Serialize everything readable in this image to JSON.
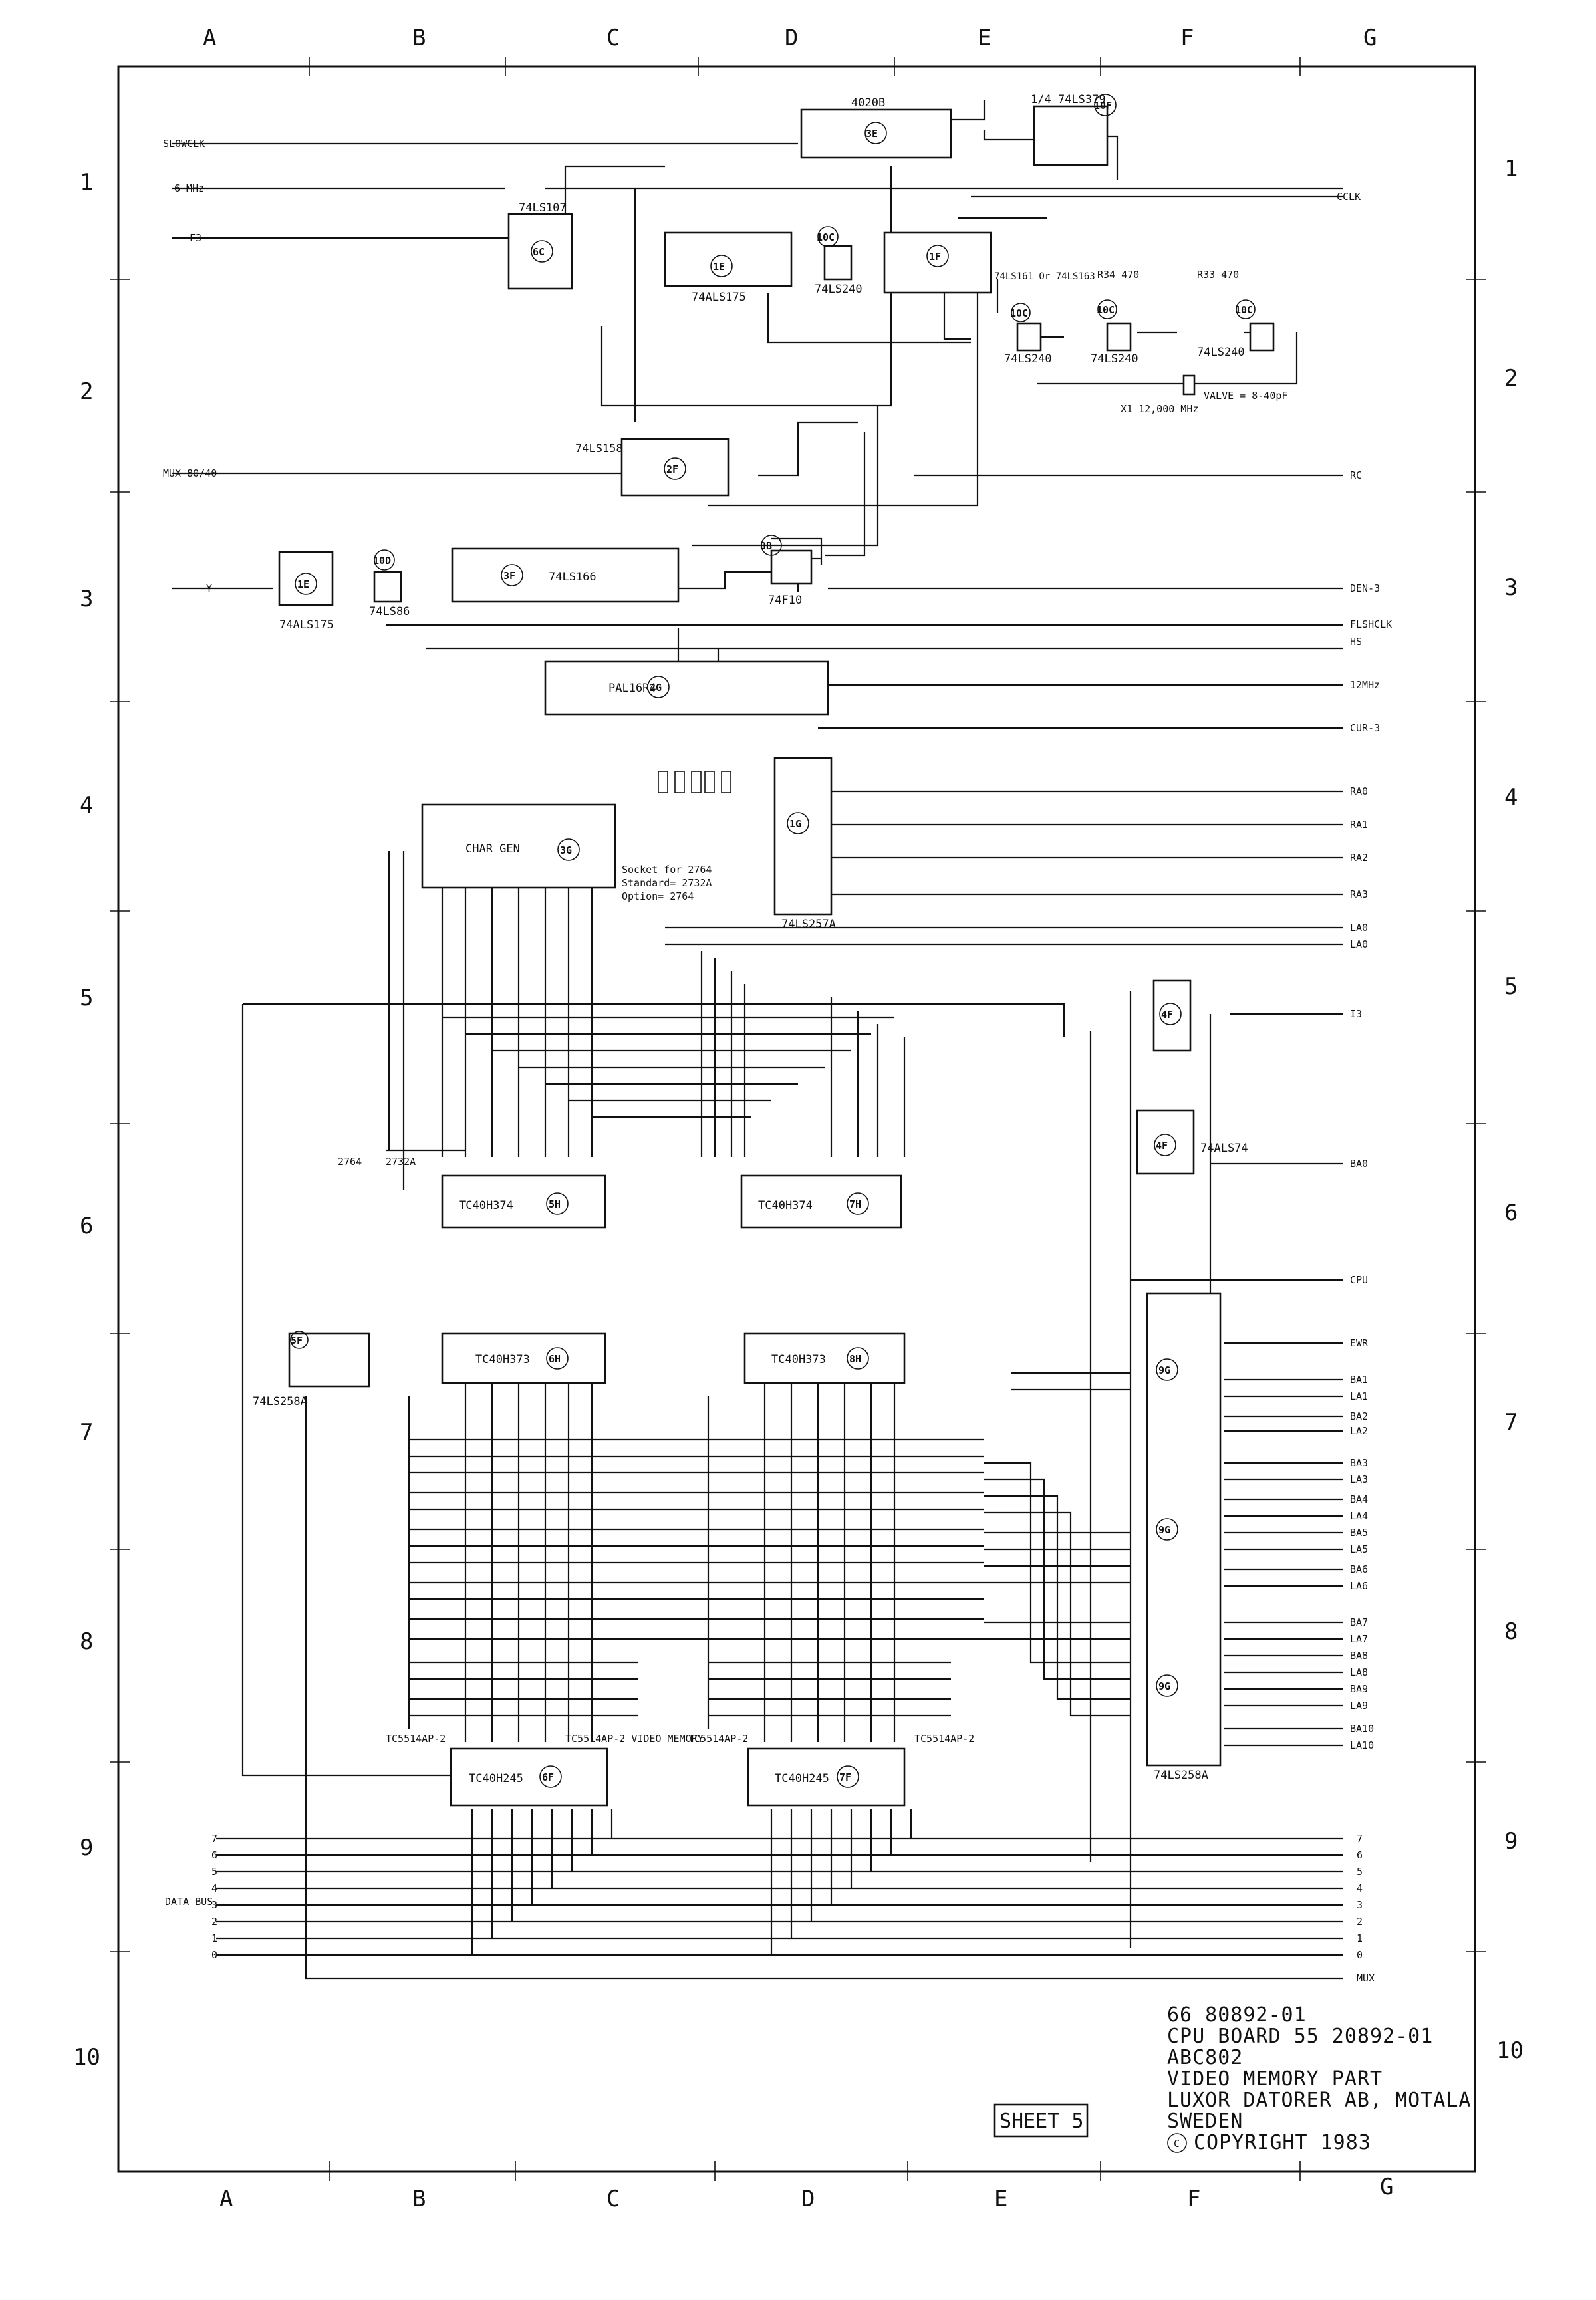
{
  "grid": {
    "columns": [
      "A",
      "B",
      "C",
      "D",
      "E",
      "F",
      "G"
    ],
    "rows": [
      "1",
      "2",
      "3",
      "4",
      "5",
      "6",
      "7",
      "8",
      "9",
      "10"
    ]
  },
  "components": [
    {
      "name": "4020B",
      "ref": "3E"
    },
    {
      "name": "1/4 74LS379",
      "ref": "10F"
    },
    {
      "name": "74LS107",
      "ref": "6C"
    },
    {
      "name": "74ALS175",
      "ref": "1E"
    },
    {
      "name": "74LS240",
      "ref": "10C"
    },
    {
      "name": "74LS161 Or 74LS163",
      "ref": "1F"
    },
    {
      "name": "74LS240",
      "ref": "10C"
    },
    {
      "name": "74LS240",
      "ref": "10C"
    },
    {
      "name": "74LS240",
      "ref": "10C"
    },
    {
      "name": "74LS158",
      "ref": "2F"
    },
    {
      "name": "74LS166",
      "ref": "3F"
    },
    {
      "name": "74LS86",
      "ref": "10D"
    },
    {
      "name": "74ALS175",
      "ref": "1E"
    },
    {
      "name": "74F10",
      "ref": "3B"
    },
    {
      "name": "PAL16R4",
      "ref": "2G"
    },
    {
      "name": "CHAR GEN",
      "ref": "3G"
    },
    {
      "name": "74LS257A",
      "ref": "1G"
    },
    {
      "name": "74ALS74",
      "ref": "4F"
    },
    {
      "name": "TC40H374",
      "ref": "5H"
    },
    {
      "name": "TC40H374",
      "ref": "7H"
    },
    {
      "name": "TC40H373",
      "ref": "6H"
    },
    {
      "name": "TC40H373",
      "ref": "8H"
    },
    {
      "name": "74LS258A",
      "ref": "5F"
    },
    {
      "name": "74LS258A",
      "ref": "9G"
    },
    {
      "name": "TC40H245",
      "ref": "6F"
    },
    {
      "name": "TC40H245",
      "ref": "7F"
    }
  ],
  "left_signals": [
    "SLOWCLK",
    "6 MHz",
    "F3",
    "MUX 80/40",
    "Y",
    "DATA BUS"
  ],
  "right_signals": [
    "CCLK",
    "RC",
    "DEN-3",
    "FLSHCLK",
    "HS",
    "12MHz",
    "CUR-3",
    "RA0",
    "RA1",
    "RA2",
    "RA3",
    "LA0",
    "LA0",
    "I3",
    "BA0",
    "CPU",
    "EWR",
    "BA1",
    "LA1",
    "BA2",
    "LA2",
    "BA3",
    "LA3",
    "BA4",
    "LA4",
    "BA5",
    "LA5",
    "BA6",
    "LA6",
    "BA7",
    "LA7",
    "BA8",
    "LA8",
    "BA9",
    "LA9",
    "BA10",
    "LA10",
    "MUX"
  ],
  "notes": {
    "socket": "Socket for 2764",
    "standard": "Standard= 2732A",
    "option": "Option= 2764",
    "video_memory": "TC5514AP-2 VIDEO MEMORY",
    "ram_left": "TC5514AP-2",
    "ram_mid": "TC5514AP-2",
    "ram_right": "TC5514AP-2",
    "jumper_a": "2764",
    "jumper_b": "2732A",
    "crystal": "X1 12,000 MHz",
    "valve": "VALVE = 8-40pF",
    "r34": "R34 470",
    "r33": "R33 470"
  },
  "data_bus_lines": [
    "7",
    "6",
    "5",
    "4",
    "3",
    "2",
    "1",
    "0"
  ],
  "title_block": {
    "line1": "66 80892-01",
    "line2": "CPU BOARD 55 20892-01",
    "line3": "ABC802",
    "line4": "VIDEO MEMORY PART",
    "line5": "LUXOR DATORER AB, MOTALA",
    "line6": "SWEDEN",
    "line7": "COPYRIGHT 1983",
    "copyright_mark": "C",
    "sheet": "SHEET 5"
  }
}
